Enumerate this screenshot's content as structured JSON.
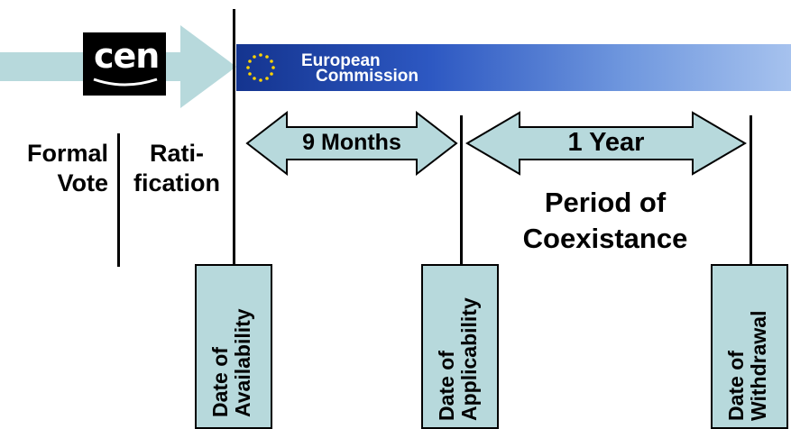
{
  "logos": {
    "cen": "cen",
    "european_commission_line1": "European",
    "european_commission_line2": "Commission"
  },
  "labels": {
    "formal_line1": "Formal",
    "formal_line2": "Vote",
    "ratification_line1": "Rati-",
    "ratification_line2": "fication",
    "nine_months": "9 Months",
    "one_year": "1 Year",
    "period_line1": "Period of",
    "period_line2": "Coexistance"
  },
  "dates": [
    {
      "line1": "Date of",
      "line2": "Availability"
    },
    {
      "line1": "Date of",
      "line2": "Applicability"
    },
    {
      "line1": "Date of",
      "line2": "Withdrawal"
    }
  ],
  "colors": {
    "arrow_fill": "#b7d9dc",
    "banner_dark": "#1a3a99",
    "banner_light": "#8fb2e6",
    "logo_text": "#ffffff"
  }
}
